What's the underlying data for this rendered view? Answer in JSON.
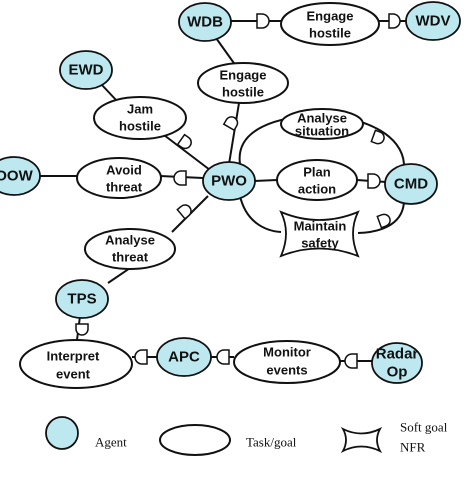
{
  "agents": {
    "wdb": "WDB",
    "wdv": "WDV",
    "ewd": "EWD",
    "oow": "OOW",
    "pwo": "PWO",
    "cmd": "CMD",
    "tps": "TPS",
    "apc": "APC",
    "radar": [
      "Radar",
      "Op"
    ]
  },
  "tasks": {
    "engage_hostile_top": [
      "Engage",
      "hostile"
    ],
    "engage_hostile_mid": [
      "Engage",
      "hostile"
    ],
    "jam_hostile": [
      "Jam",
      "hostile"
    ],
    "avoid_threat": [
      "Avoid",
      "threat"
    ],
    "analyse_situation": [
      "Analyse",
      "situation"
    ],
    "plan_action": [
      "Plan",
      "action"
    ],
    "analyse_threat": [
      "Analyse",
      "threat"
    ],
    "interpret_event": [
      "Interpret",
      "event"
    ],
    "monitor_events": [
      "Monitor",
      "events"
    ]
  },
  "softgoals": {
    "maintain_safety": [
      "Maintain",
      "safety"
    ]
  },
  "legend": {
    "agent": "Agent",
    "task": "Task/goal",
    "softgoal": [
      "Soft goal",
      "NFR"
    ]
  },
  "colors": {
    "agent_fill": "#bde8ef",
    "stroke": "#111111"
  }
}
